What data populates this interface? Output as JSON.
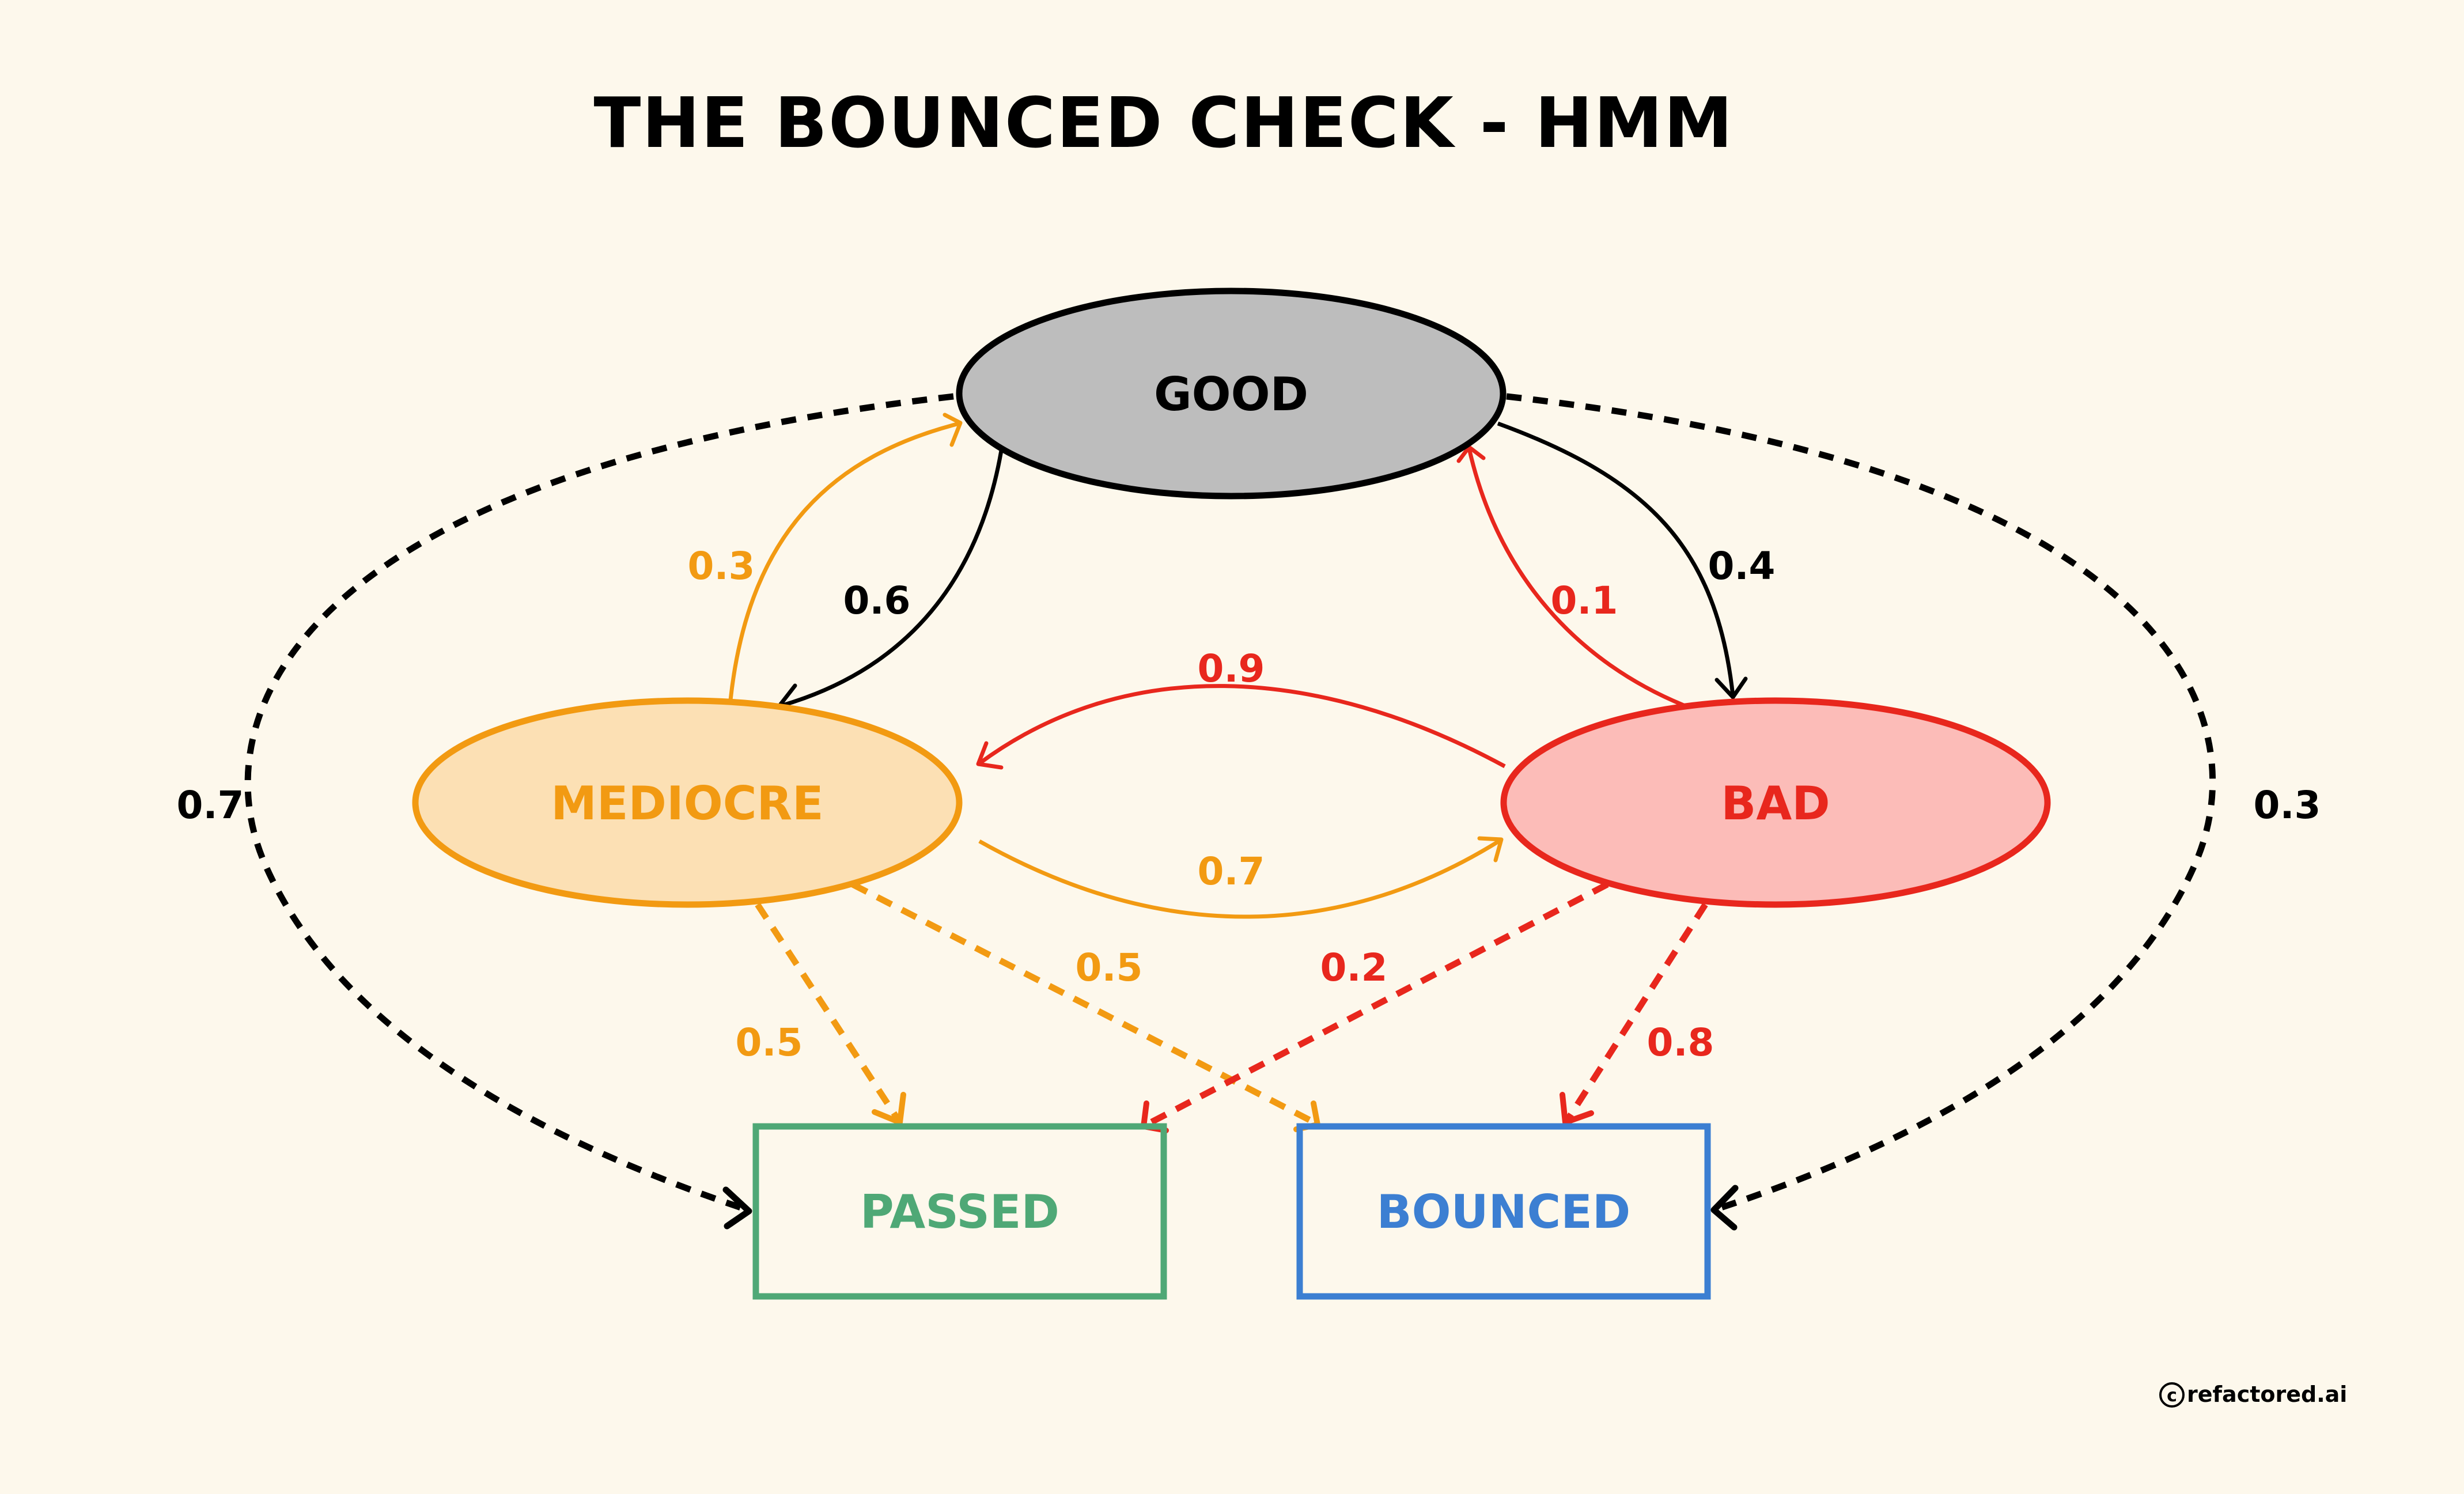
{
  "title": "THE BOUNCED CHECK - HMM",
  "colors": {
    "background": "#fdf8ec",
    "good_fill": "#bdbdbd",
    "good_stroke": "#000000",
    "mediocre_fill": "#fce0b4",
    "mediocre_stroke": "#f29a12",
    "bad_fill": "#fcbcb8",
    "bad_stroke": "#e8271d",
    "passed_stroke": "#4fa876",
    "bounced_stroke": "#3c7fd2",
    "black_edge": "#000000",
    "orange_edge": "#f29a12",
    "red_edge": "#e8271d"
  },
  "states": {
    "good": "GOOD",
    "mediocre": "MEDIOCRE",
    "bad": "BAD"
  },
  "observations": {
    "passed": "PASSED",
    "bounced": "BOUNCED"
  },
  "transitions": {
    "good_to_mediocre": "0.6",
    "good_to_bad": "0.4",
    "mediocre_to_good": "0.3",
    "mediocre_to_bad": "0.7",
    "bad_to_good": "0.1",
    "bad_to_mediocre": "0.9"
  },
  "emissions": {
    "good_passed": "0.7",
    "good_bounced": "0.3",
    "mediocre_passed": "0.5",
    "mediocre_bounced": "0.5",
    "bad_passed": "0.2",
    "bad_bounced": "0.8"
  },
  "copyright": "refactored.ai",
  "copyright_symbol": "c"
}
